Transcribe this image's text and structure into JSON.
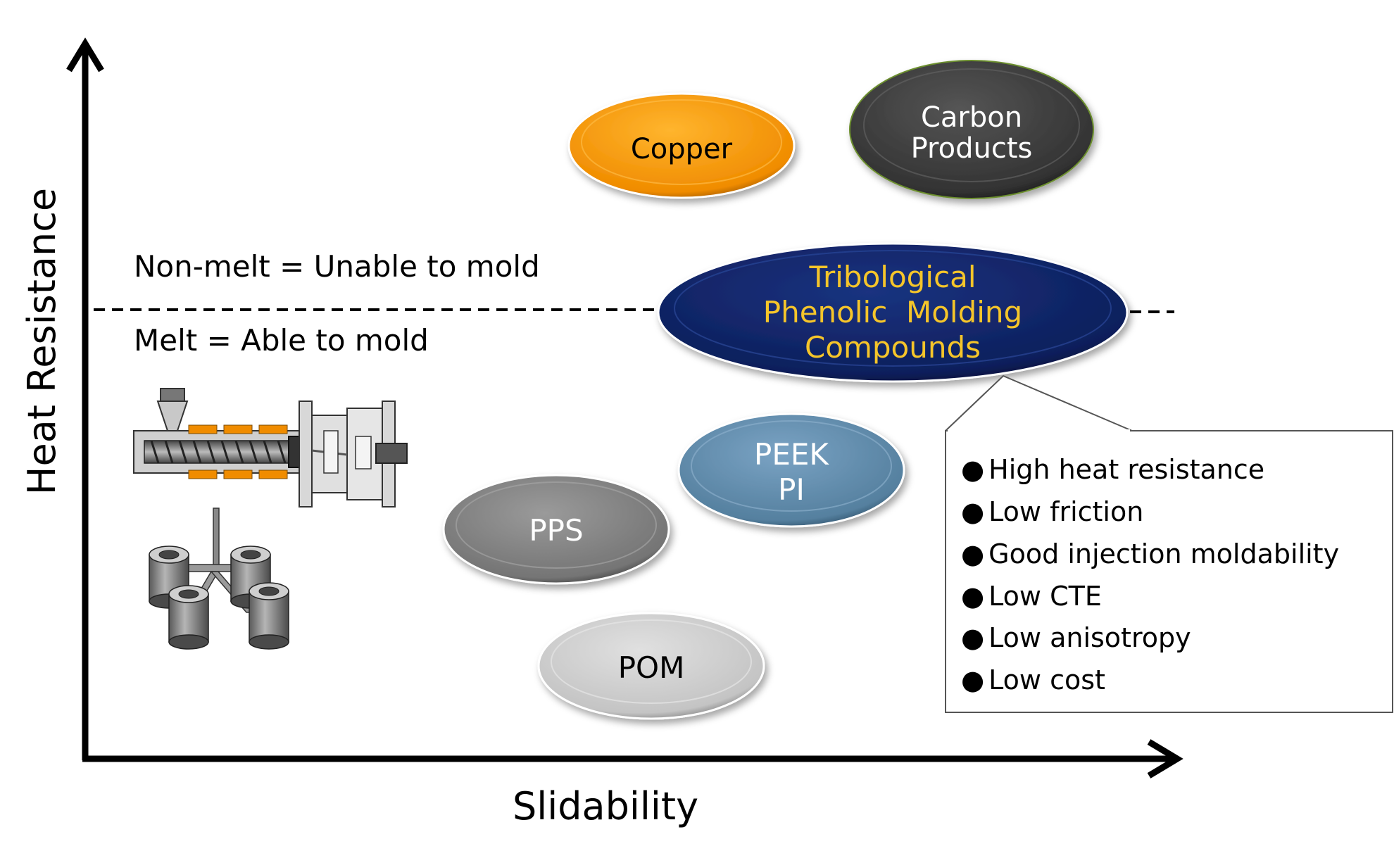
{
  "axes": {
    "y_label": "Heat Resistance",
    "x_label": "Slidability"
  },
  "threshold": {
    "above_label": "Non-melt = Unable to mold",
    "below_label": "Melt = Able to mold"
  },
  "materials": {
    "copper": {
      "label": "Copper",
      "color": "#f59a0c"
    },
    "carbon": {
      "line1": "Carbon",
      "line2": "Products",
      "color": "#3f3f3f"
    },
    "tribo": {
      "line1": "Tribological",
      "line2": "Phenolic  Molding",
      "line3": "Compounds",
      "color": "#0f2466",
      "text_color": "#f5c52a"
    },
    "peek": {
      "line1": "PEEK",
      "line2": "PI",
      "color": "#5d86a8"
    },
    "pps": {
      "label": "PPS",
      "color": "#7a7a7a"
    },
    "pom": {
      "label": "POM",
      "color": "#c8c8c8"
    }
  },
  "callout": {
    "bullet": "●",
    "features": [
      "High heat resistance",
      "Low friction",
      "Good injection moldability",
      "Low CTE",
      "Low anisotropy",
      "Low cost"
    ]
  },
  "icons": {
    "machine": "injection-molding-machine-icon",
    "parts": "molded-parts-icon"
  }
}
